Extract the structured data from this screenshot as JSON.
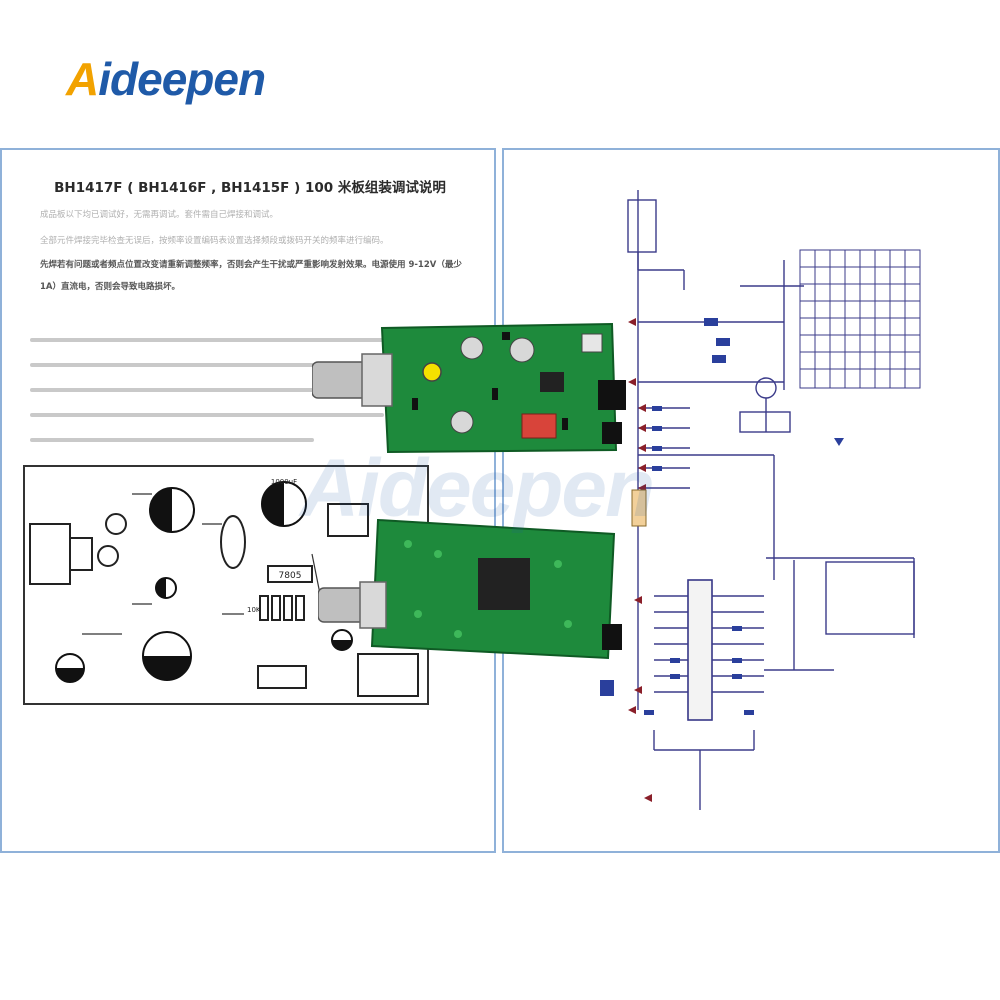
{
  "brand": {
    "logo_text_first": "A",
    "logo_text_rest": "ideepen",
    "watermark_text": "Aideepen",
    "colors": {
      "logo_blue": "#1f5aa8",
      "logo_orange": "#f2a200",
      "sheet_border": "#8fb1d9",
      "pcb_green": "#1e8a3c"
    }
  },
  "document": {
    "title": "BH1417F ( BH1416F , BH1415F ) 100 米板组装调试说明",
    "paragraphs": [
      "成品板以下均已调试好，无需再调试。套件需自己焊接和调试。",
      "全部元件焊接完毕检查无误后，按频率设置编码表设置选择频段或拨码开关的频率进行编码。"
    ],
    "bold_note": "先焊若有问题或者频点位置改变请重新调整频率，否则会产生干扰或严重影响发射效果。电源使用 9-12V（最少 1A）直流电，否则会导致电路损坏。"
  },
  "layout_labels": {
    "chip_label": "7805",
    "cap_label": "1000uF",
    "res_label": "10K"
  }
}
